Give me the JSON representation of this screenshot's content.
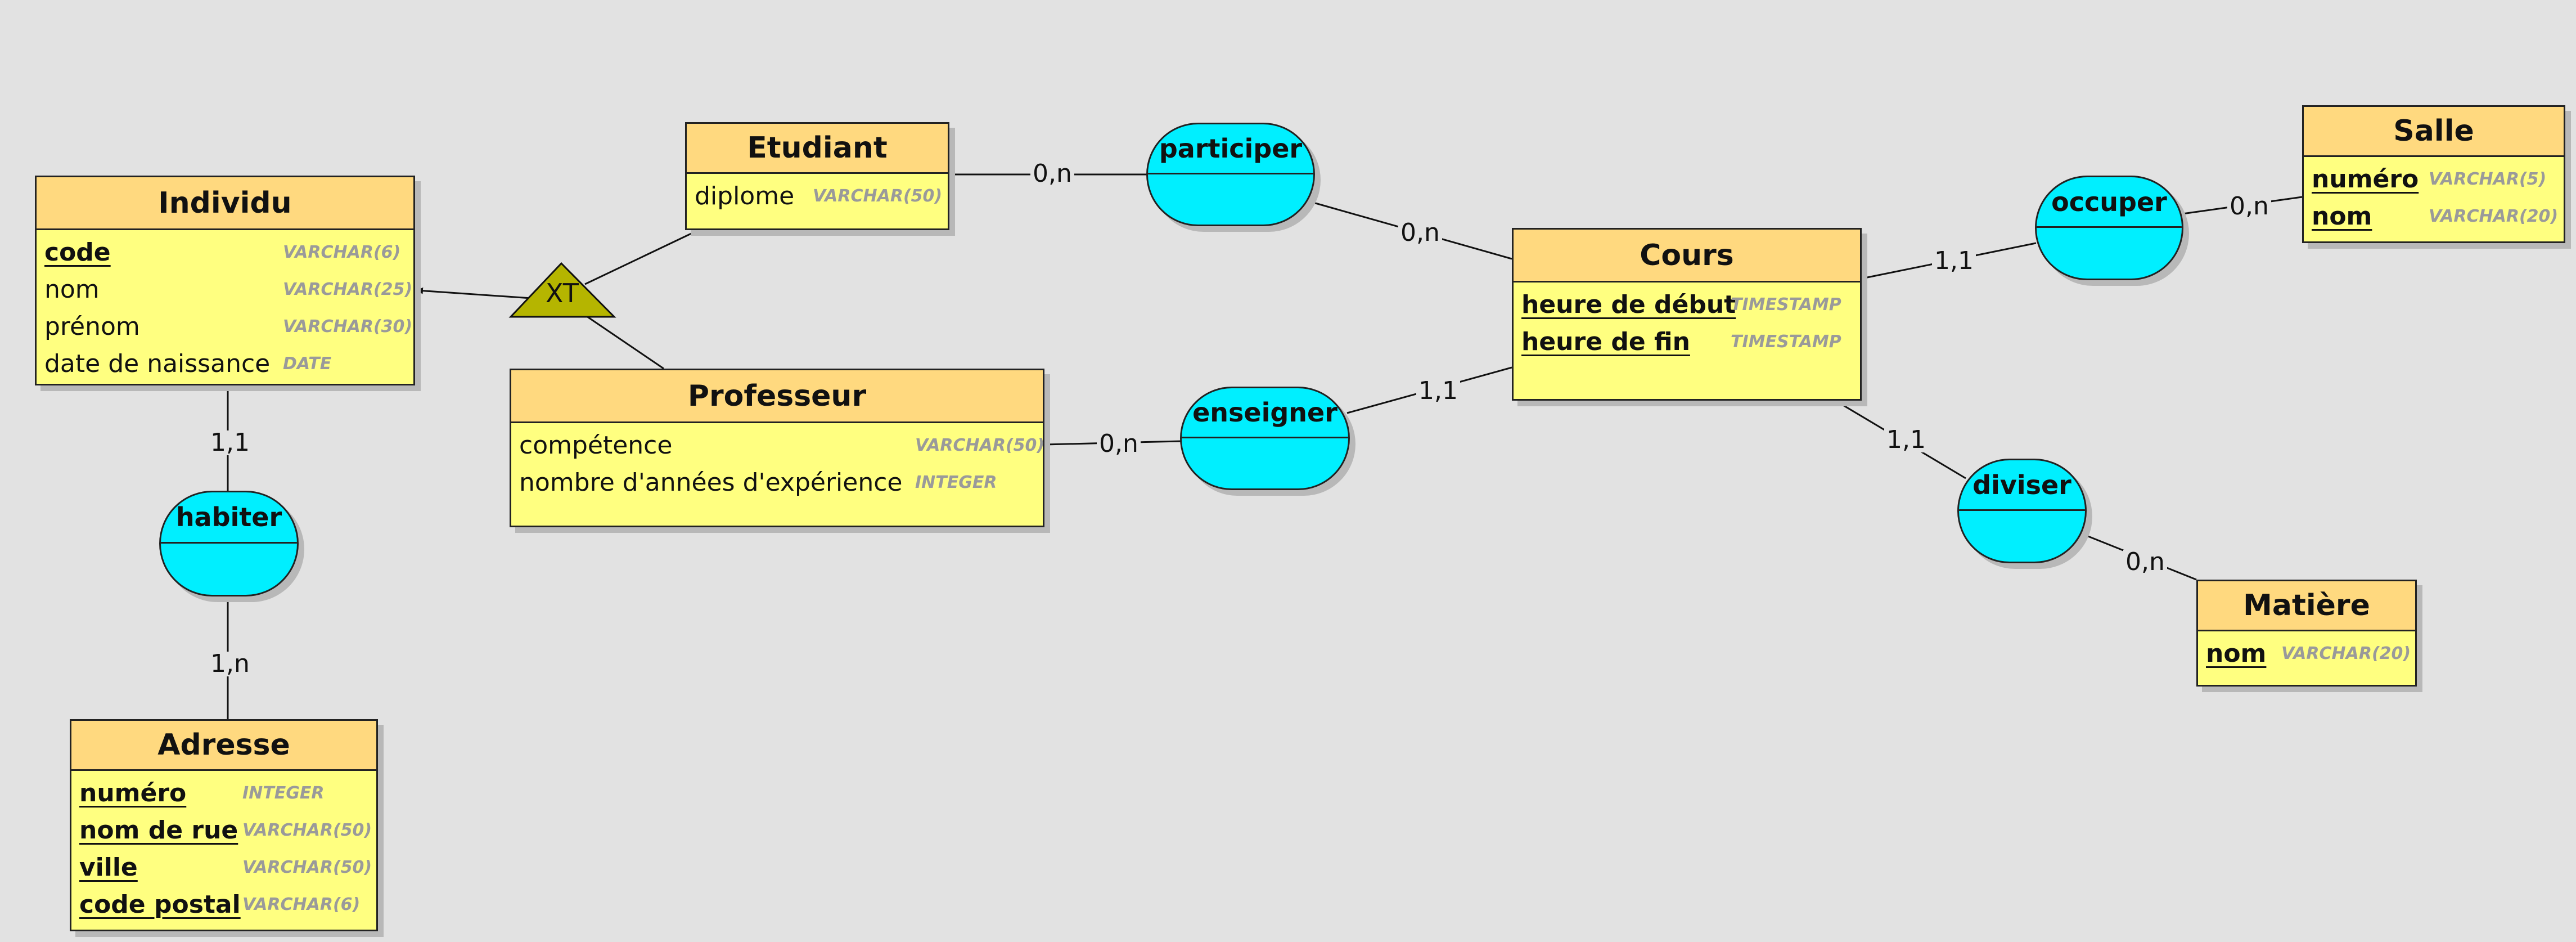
{
  "entities": {
    "individu": {
      "title": "Individu",
      "attrs": [
        {
          "name": "code",
          "type": "VARCHAR(6)",
          "id": true
        },
        {
          "name": "nom",
          "type": "VARCHAR(25)",
          "id": false
        },
        {
          "name": "prénom",
          "type": "VARCHAR(30)",
          "id": false
        },
        {
          "name": "date de naissance",
          "type": "DATE",
          "id": false
        }
      ]
    },
    "etudiant": {
      "title": "Etudiant",
      "attrs": [
        {
          "name": "diplome",
          "type": "VARCHAR(50)",
          "id": false
        }
      ]
    },
    "professeur": {
      "title": "Professeur",
      "attrs": [
        {
          "name": "compétence",
          "type": "VARCHAR(50)",
          "id": false
        },
        {
          "name": "nombre d'années d'expérience",
          "type": "INTEGER",
          "id": false
        }
      ]
    },
    "cours": {
      "title": "Cours",
      "attrs": [
        {
          "name": "heure de début",
          "type": "TIMESTAMP",
          "id": true
        },
        {
          "name": "heure de fin",
          "type": "TIMESTAMP",
          "id": true
        }
      ]
    },
    "salle": {
      "title": "Salle",
      "attrs": [
        {
          "name": "numéro",
          "type": "VARCHAR(5)",
          "id": true
        },
        {
          "name": "nom",
          "type": "VARCHAR(20)",
          "id": true
        }
      ]
    },
    "matiere": {
      "title": "Matière",
      "attrs": [
        {
          "name": "nom",
          "type": "VARCHAR(20)",
          "id": true
        }
      ]
    },
    "adresse": {
      "title": "Adresse",
      "attrs": [
        {
          "name": "numéro",
          "type": "INTEGER",
          "id": true
        },
        {
          "name": "nom de rue",
          "type": "VARCHAR(50)",
          "id": true
        },
        {
          "name": "ville",
          "type": "VARCHAR(50)",
          "id": true
        },
        {
          "name": "code postal",
          "type": "VARCHAR(6)",
          "id": true
        }
      ]
    }
  },
  "associations": {
    "participer": "participer",
    "enseigner": "enseigner",
    "occuper": "occuper",
    "diviser": "diviser",
    "habiter": "habiter"
  },
  "cardinalities": {
    "etudiant_participer": "0,n",
    "participer_cours": "0,n",
    "professeur_enseigner": "0,n",
    "enseigner_cours": "1,1",
    "cours_occuper": "1,1",
    "occuper_salle": "0,n",
    "cours_diviser": "1,1",
    "diviser_matiere": "0,n",
    "individu_habiter": "1,1",
    "habiter_adresse": "1,n"
  },
  "inheritance": {
    "label": "XT"
  },
  "colors": {
    "background": "#e2e2e2",
    "entity_body": "#ffff80",
    "entity_header": "#ffd97f",
    "association": "#00efff",
    "inheritance_triangle": "#b5b500",
    "shadow": "#b8b8b8"
  }
}
